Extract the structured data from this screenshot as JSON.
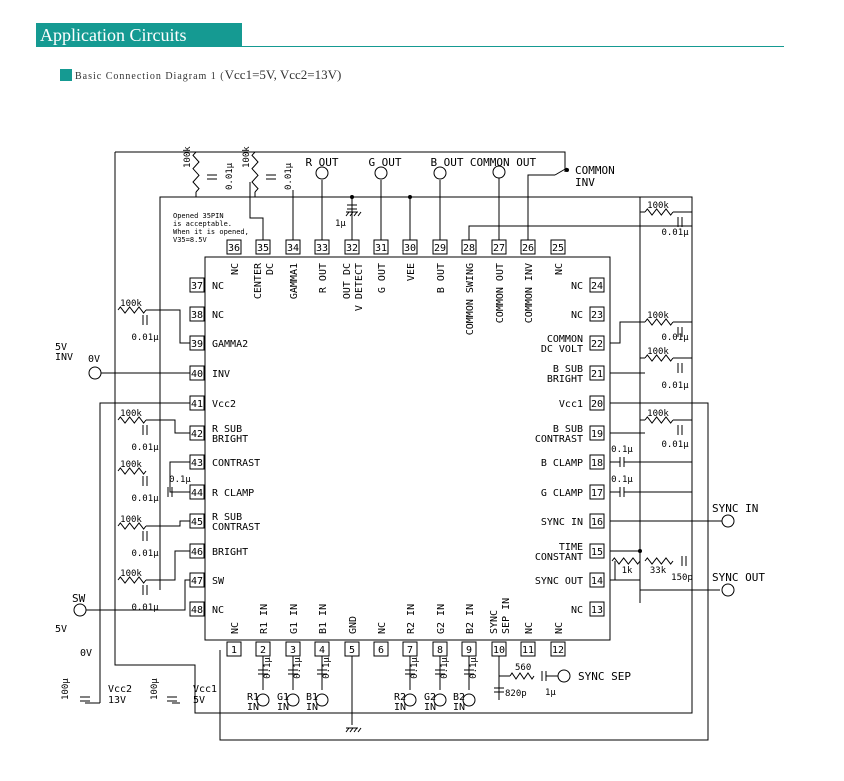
{
  "header": {
    "title": "Application Circuits",
    "accent_color": "#159a92"
  },
  "subtitle": {
    "prefix": "Basic Connection Diagram 1 (",
    "formula": "Vcc1=5V, Vcc2=13V)"
  },
  "ic": {
    "pins_top": [
      {
        "num": "36",
        "label": [
          "NC"
        ]
      },
      {
        "num": "35",
        "label": [
          "CENTER",
          "DC"
        ]
      },
      {
        "num": "34",
        "label": [
          "GAMMA1"
        ]
      },
      {
        "num": "33",
        "label": [
          "R OUT"
        ]
      },
      {
        "num": "32",
        "label": [
          "OUT DC",
          "V DETECT"
        ]
      },
      {
        "num": "31",
        "label": [
          "G OUT"
        ]
      },
      {
        "num": "30",
        "label": [
          "VEE"
        ]
      },
      {
        "num": "29",
        "label": [
          "B OUT"
        ]
      },
      {
        "num": "28",
        "label": [
          "COMMON SWING"
        ]
      },
      {
        "num": "27",
        "label": [
          "COMMON OUT"
        ]
      },
      {
        "num": "26",
        "label": [
          "COMMON INV"
        ]
      },
      {
        "num": "25",
        "label": [
          "NC"
        ]
      }
    ],
    "pins_left": [
      {
        "num": "37",
        "label": [
          "NC"
        ]
      },
      {
        "num": "38",
        "label": [
          "NC"
        ]
      },
      {
        "num": "39",
        "label": [
          "GAMMA2"
        ]
      },
      {
        "num": "40",
        "label": [
          "INV"
        ]
      },
      {
        "num": "41",
        "label": [
          "Vcc2"
        ]
      },
      {
        "num": "42",
        "label": [
          "R SUB",
          "BRIGHT"
        ]
      },
      {
        "num": "43",
        "label": [
          "CONTRAST"
        ]
      },
      {
        "num": "44",
        "label": [
          "R CLAMP"
        ]
      },
      {
        "num": "45",
        "label": [
          "R SUB",
          "CONTRAST"
        ]
      },
      {
        "num": "46",
        "label": [
          "BRIGHT"
        ]
      },
      {
        "num": "47",
        "label": [
          "SW"
        ]
      },
      {
        "num": "48",
        "label": [
          "NC"
        ]
      }
    ],
    "pins_right": [
      {
        "num": "24",
        "label": [
          "NC"
        ]
      },
      {
        "num": "23",
        "label": [
          "NC"
        ]
      },
      {
        "num": "22",
        "label": [
          "COMMON",
          "DC VOLT"
        ]
      },
      {
        "num": "21",
        "label": [
          "B SUB",
          "BRIGHT"
        ]
      },
      {
        "num": "20",
        "label": [
          "Vcc1"
        ]
      },
      {
        "num": "19",
        "label": [
          "B SUB",
          "CONTRAST"
        ]
      },
      {
        "num": "18",
        "label": [
          "B CLAMP"
        ]
      },
      {
        "num": "17",
        "label": [
          "G CLAMP"
        ]
      },
      {
        "num": "16",
        "label": [
          "SYNC IN"
        ]
      },
      {
        "num": "15",
        "label": [
          "TIME",
          "CONSTANT"
        ]
      },
      {
        "num": "14",
        "label": [
          "SYNC OUT"
        ]
      },
      {
        "num": "13",
        "label": [
          "NC"
        ]
      }
    ],
    "pins_bottom": [
      {
        "num": "1",
        "label": [
          "NC"
        ]
      },
      {
        "num": "2",
        "label": [
          "R1 IN"
        ]
      },
      {
        "num": "3",
        "label": [
          "G1 IN"
        ]
      },
      {
        "num": "4",
        "label": [
          "B1 IN"
        ]
      },
      {
        "num": "5",
        "label": [
          "GND"
        ]
      },
      {
        "num": "6",
        "label": [
          "NC"
        ]
      },
      {
        "num": "7",
        "label": [
          "R2 IN"
        ]
      },
      {
        "num": "8",
        "label": [
          "G2 IN"
        ]
      },
      {
        "num": "9",
        "label": [
          "B2 IN"
        ]
      },
      {
        "num": "10",
        "label": [
          "SYNC",
          "SEP IN"
        ]
      },
      {
        "num": "11",
        "label": [
          "NC"
        ]
      },
      {
        "num": "12",
        "label": [
          "NC"
        ]
      }
    ]
  },
  "labels": {
    "r_out": "R OUT",
    "g_out": "G OUT",
    "b_out": "B OUT",
    "common_out": "COMMON OUT",
    "common_inv": [
      "COMMON",
      "INV"
    ],
    "note": [
      "Opened 35PIN",
      "is acceptable.",
      "When it is opened,",
      "V35=8.5V"
    ],
    "inv_5v": [
      "5V",
      "INV"
    ],
    "zero_v": "0V",
    "sw": "SW",
    "sw_5v": "5V",
    "sync_in": "SYNC IN",
    "sync_out": "SYNC OUT",
    "sync_sep": "SYNC SEP",
    "r1_in": [
      "R1",
      "IN"
    ],
    "g1_in": [
      "G1",
      "IN"
    ],
    "b1_in": [
      "B1",
      "IN"
    ],
    "r2_in": [
      "R2",
      "IN"
    ],
    "g2_in": [
      "G2",
      "IN"
    ],
    "b2_in": [
      "B2",
      "IN"
    ],
    "vcc2": [
      "Vcc2",
      "13V"
    ],
    "vcc1": [
      "Vcc1",
      "5V"
    ]
  },
  "components": {
    "r100k": "100k",
    "c001": "0.01μ",
    "c01": "0.1μ",
    "c1u": "1μ",
    "c100u": "100μ",
    "r1k": "1k",
    "r33k": "33k",
    "c150p": "150p",
    "r560": "560",
    "c820p": "820p"
  }
}
